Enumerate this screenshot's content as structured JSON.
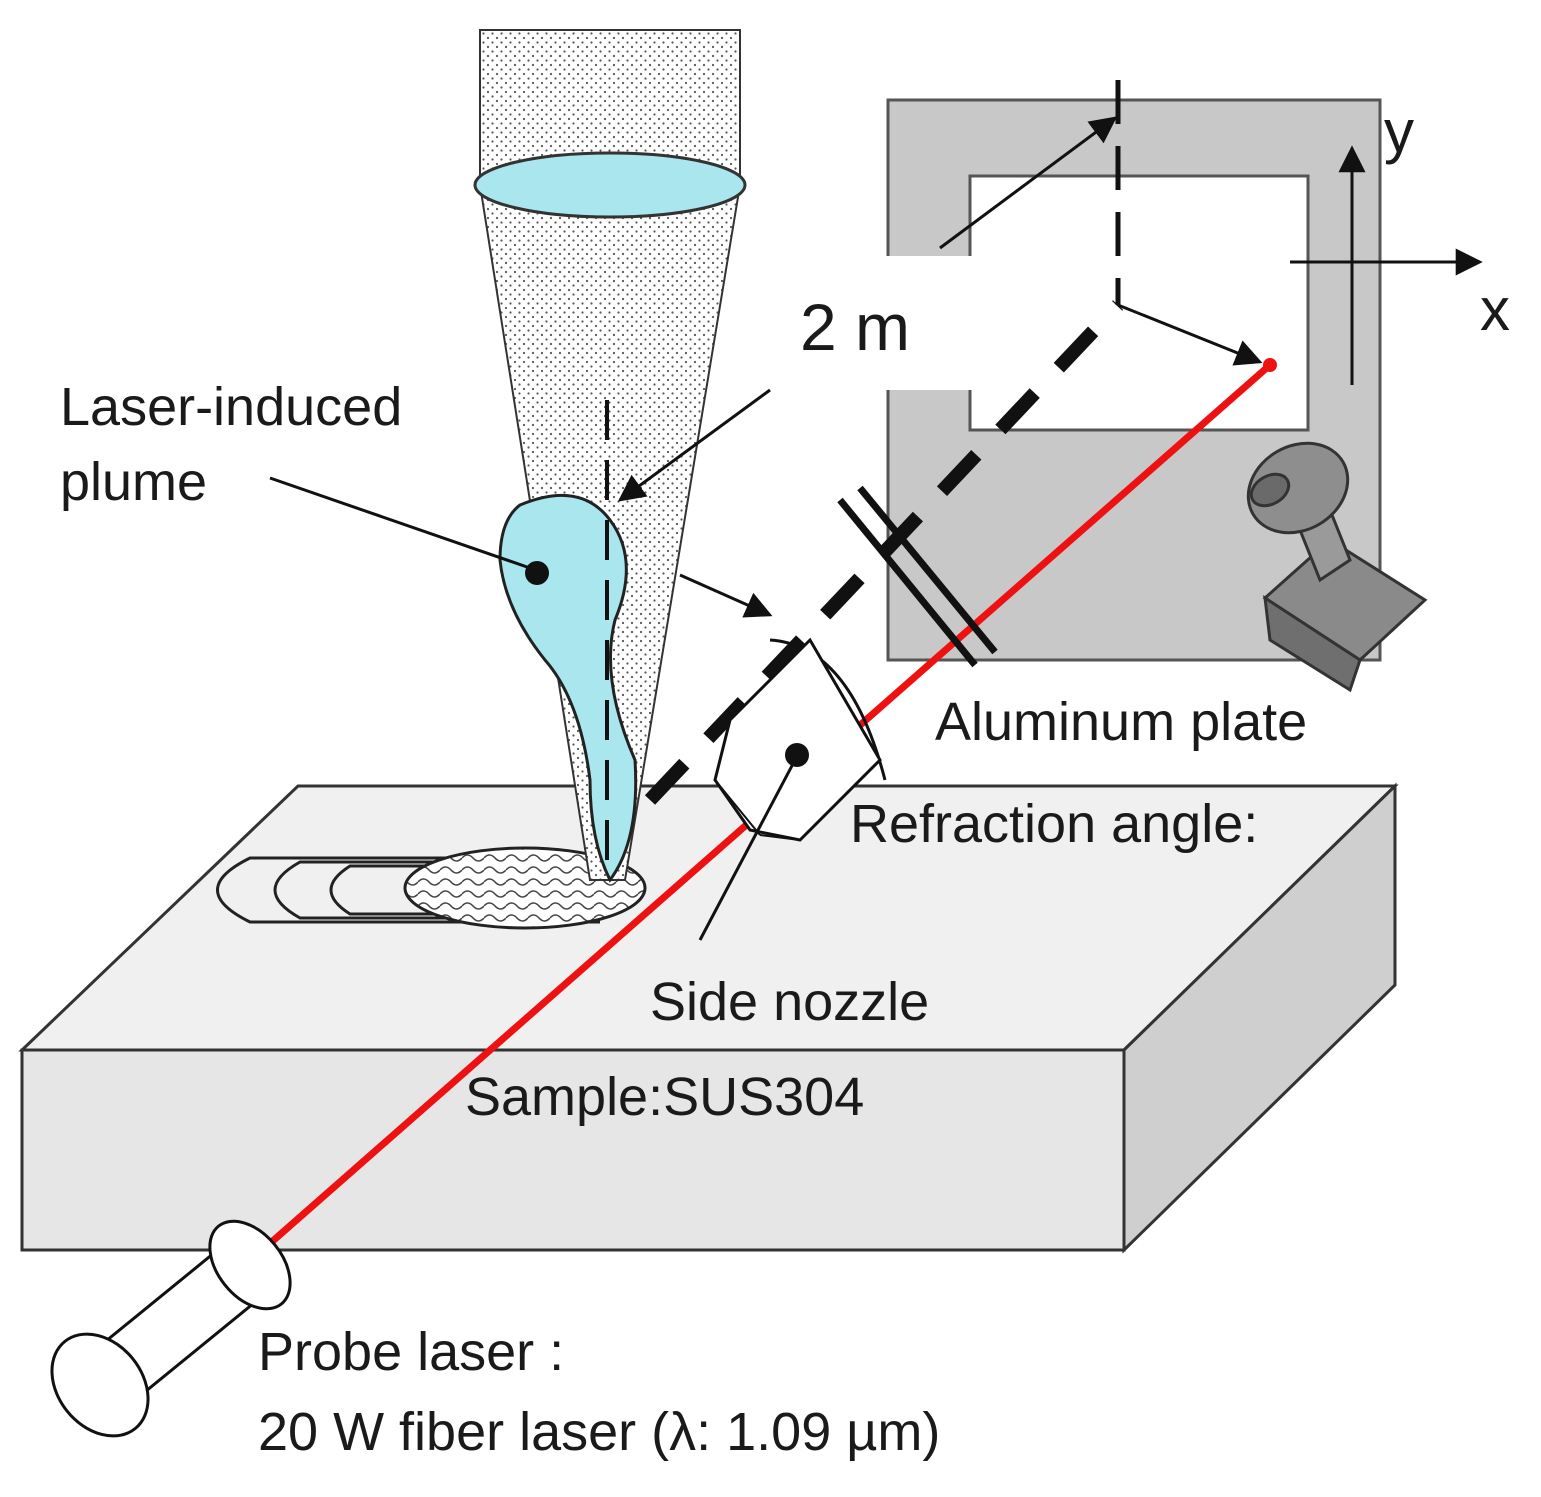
{
  "labels": {
    "distance": "2 m",
    "plume": [
      "Laser-induced",
      "plume"
    ],
    "aluminum_plate": "Aluminum plate",
    "refraction_angle": "Refraction angle:",
    "side_nozzle": "Side nozzle",
    "sample": "Sample:SUS304",
    "probe_laser": [
      "Probe laser :",
      "20 W fiber laser (λ: 1.09 µm)"
    ],
    "axis_x": "x",
    "axis_y": "y"
  },
  "colors": {
    "probe_beam": "#ee1111",
    "plume_fill": "#a9e6ee",
    "lens_fill": "#a9e6ee",
    "plate_fill": "#c8c8c8",
    "sample_top": "#f0f0f0",
    "sample_front": "#e6e6e6",
    "sample_side": "#cfcfcf",
    "camera": "#8a8a8a"
  },
  "icons": {
    "camera": "camera-icon",
    "probe_laser_head": "cylinder-icon",
    "lens": "lens-icon"
  }
}
